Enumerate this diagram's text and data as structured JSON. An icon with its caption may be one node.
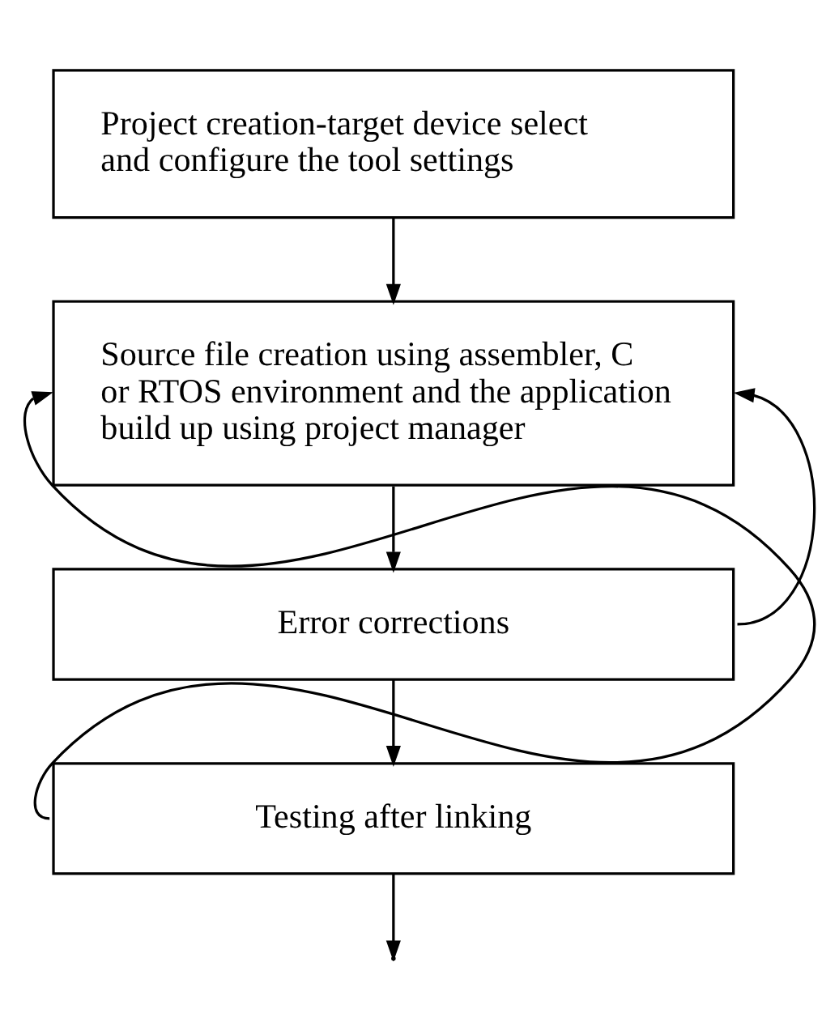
{
  "diagram": {
    "nodes": [
      {
        "text": [
          "Project creation-target device select and configure the tool settings"
        ]
      },
      {
        "text": [
          "Source file creation using assembler, C or RTOS environment and the application build up using project manager"
        ]
      },
      {
        "text": [
          "Error corrections"
        ]
      },
      {
        "text": [
          "Testing after linking"
        ]
      }
    ],
    "edges": [
      {
        "from": 0,
        "to": 1,
        "arrow": "to"
      },
      {
        "from": 1,
        "to": 2,
        "arrow": "to"
      },
      {
        "from": 2,
        "to": 3,
        "arrow": "to"
      },
      {
        "from": 3,
        "to": 1,
        "arrow": "to"
      },
      {
        "from": 3,
        "to": null,
        "arrow": "to"
      },
      {
        "from": 2,
        "to": 1,
        "arrow": "to"
      }
    ]
  }
}
